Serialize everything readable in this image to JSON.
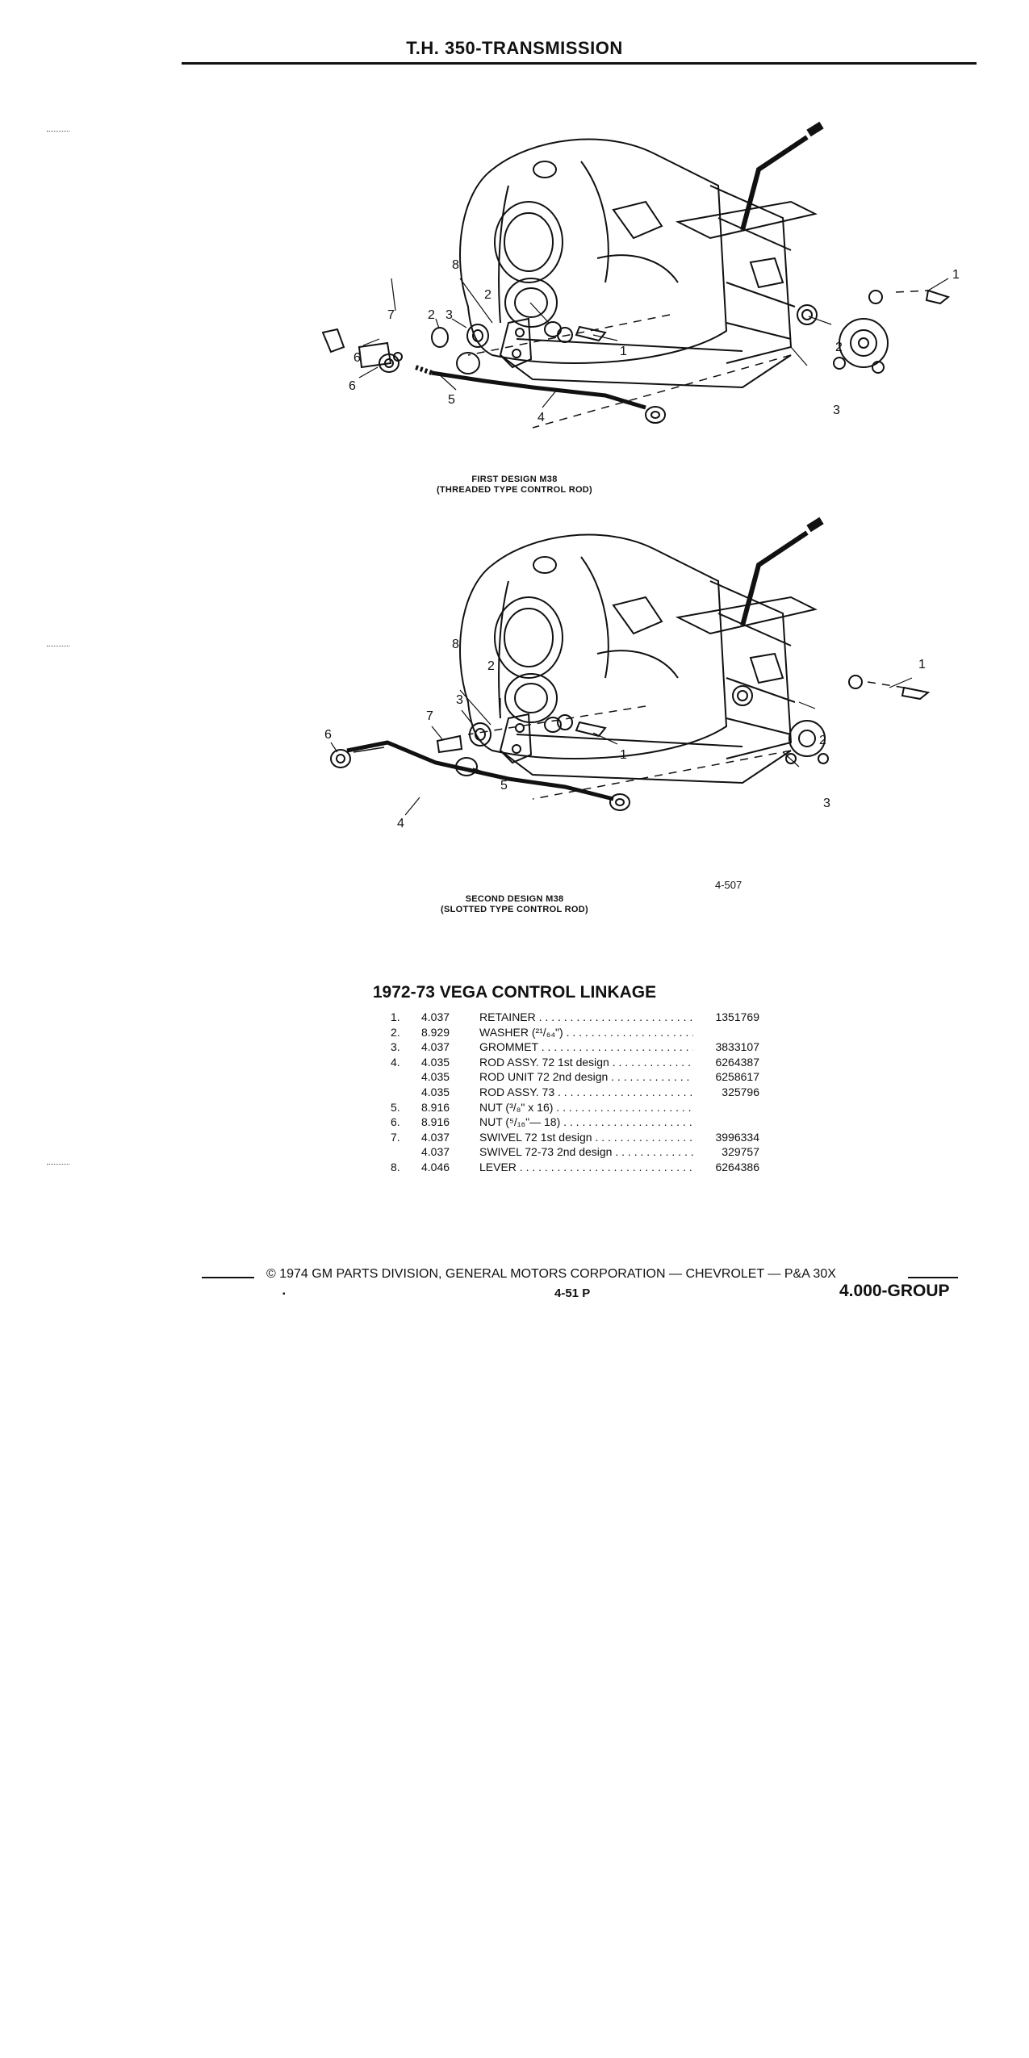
{
  "header": {
    "title": "T.H. 350-TRANSMISSION"
  },
  "figures": [
    {
      "caption_line1": "FIRST DESIGN M38",
      "caption_line2": "(THREADED TYPE CONTROL ROD)"
    },
    {
      "caption_line1": "SECOND DESIGN M38",
      "caption_line2": "(SLOTTED TYPE CONTROL ROD)",
      "figure_number": "4-507"
    }
  ],
  "callouts": {
    "fig1": [
      "8",
      "7",
      "2",
      "3",
      "2",
      "6",
      "6",
      "5",
      "4",
      "1",
      "1",
      "2",
      "3"
    ],
    "fig2": [
      "8",
      "2",
      "3",
      "7",
      "6",
      "4",
      "5",
      "1",
      "1",
      "2",
      "3"
    ]
  },
  "parts_list": {
    "title": "1972-73 VEGA CONTROL LINKAGE",
    "items": [
      {
        "idx": "1.",
        "group": "4.037",
        "desc": "RETAINER",
        "part": "1351769"
      },
      {
        "idx": "2.",
        "group": "8.929",
        "desc": "WASHER (²¹/₆₄\")",
        "part": ""
      },
      {
        "idx": "3.",
        "group": "4.037",
        "desc": "GROMMET",
        "part": "3833107"
      },
      {
        "idx": "4.",
        "group": "4.035",
        "desc": "ROD ASSY. 72 1st design",
        "part": "6264387"
      },
      {
        "idx": "",
        "group": "4.035",
        "desc": "ROD UNIT 72 2nd design",
        "part": "6258617"
      },
      {
        "idx": "",
        "group": "4.035",
        "desc": "ROD ASSY. 73",
        "part": "325796"
      },
      {
        "idx": "5.",
        "group": "8.916",
        "desc": "NUT (³/₈\" x 16)",
        "part": ""
      },
      {
        "idx": "6.",
        "group": "8.916",
        "desc": "NUT (⁵/₁₆\"— 18)",
        "part": ""
      },
      {
        "idx": "7.",
        "group": "4.037",
        "desc": "SWIVEL 72 1st design",
        "part": "3996334"
      },
      {
        "idx": "",
        "group": "4.037",
        "desc": "SWIVEL 72-73 2nd design",
        "part": "329757"
      },
      {
        "idx": "8.",
        "group": "4.046",
        "desc": "LEVER",
        "part": "6264386"
      }
    ]
  },
  "footer": {
    "copyright": "© 1974 GM PARTS DIVISION, GENERAL MOTORS CORPORATION — CHEVROLET — P&A 30X",
    "page": "4-51 P",
    "group": "4.000-GROUP"
  }
}
